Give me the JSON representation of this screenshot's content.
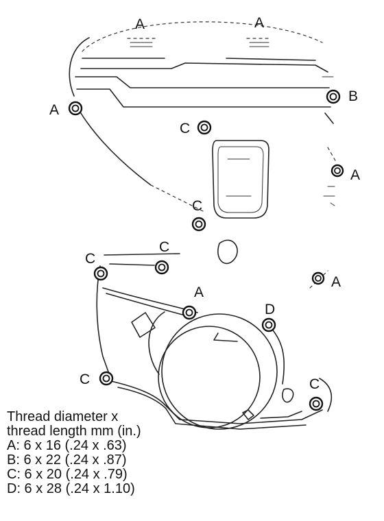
{
  "diagram": {
    "callouts": [
      {
        "id": "top-left-a",
        "letter": "A"
      },
      {
        "id": "top-right-a",
        "letter": "A"
      },
      {
        "id": "upper-left-a",
        "letter": "A"
      },
      {
        "id": "upper-right-b",
        "letter": "B"
      },
      {
        "id": "upper-center-c",
        "letter": "C"
      },
      {
        "id": "right-a",
        "letter": "A"
      },
      {
        "id": "middle-c",
        "letter": "C"
      },
      {
        "id": "left-c",
        "letter": "C"
      },
      {
        "id": "left-center-c",
        "letter": "C"
      },
      {
        "id": "mid-right-a",
        "letter": "A"
      },
      {
        "id": "lower-a",
        "letter": "A"
      },
      {
        "id": "lower-d",
        "letter": "D"
      },
      {
        "id": "bottom-left-c",
        "letter": "C"
      },
      {
        "id": "bottom-right-c",
        "letter": "C"
      }
    ]
  },
  "legend": {
    "heading_line1": "Thread diameter x",
    "heading_line2": "thread length mm (in.)",
    "items": [
      "A: 6 x 16 (.24 x .63)",
      "B: 6 x 22 (.24 x .87)",
      "C: 6 x 20 (.24 x .79)",
      "D: 6 x 28 (.24 x 1.10)"
    ]
  }
}
